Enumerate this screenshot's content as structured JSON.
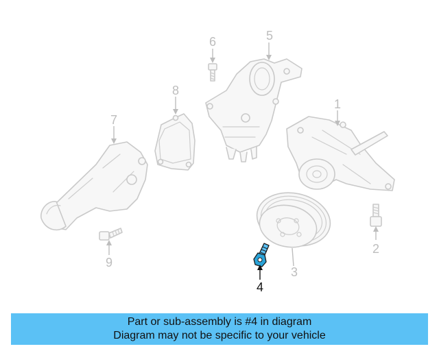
{
  "diagram": {
    "callouts": [
      {
        "id": "1",
        "label": "1",
        "highlighted": false
      },
      {
        "id": "2",
        "label": "2",
        "highlighted": false
      },
      {
        "id": "3",
        "label": "3",
        "highlighted": false
      },
      {
        "id": "4",
        "label": "4",
        "highlighted": true
      },
      {
        "id": "5",
        "label": "5",
        "highlighted": false
      },
      {
        "id": "6",
        "label": "6",
        "highlighted": false
      },
      {
        "id": "7",
        "label": "7",
        "highlighted": false
      },
      {
        "id": "8",
        "label": "8",
        "highlighted": false
      },
      {
        "id": "9",
        "label": "9",
        "highlighted": false
      }
    ],
    "highlight_color": "#2aa3d8",
    "line_color": "#c9c9c9"
  },
  "banner": {
    "line1": "Part or sub-assembly is #4 in diagram",
    "line2": "Diagram may not be specific to your vehicle",
    "background": "#5bc1f5"
  }
}
